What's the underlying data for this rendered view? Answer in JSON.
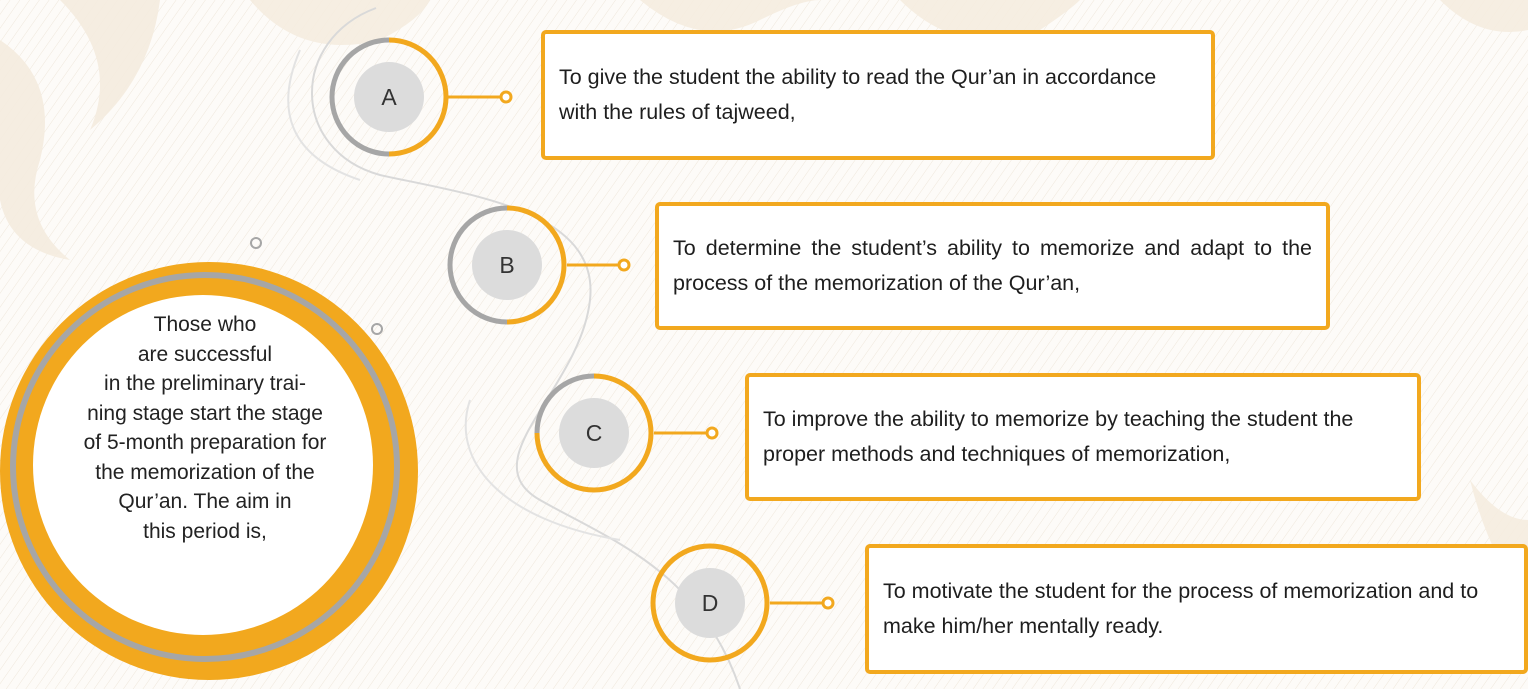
{
  "colors": {
    "accent": "#f2a81e",
    "ring_gray": "#a6a6a6",
    "letter_bg": "#dcdcdc",
    "path_gray": "#d9d9d9"
  },
  "intro": {
    "text": "Those who\nare successful\nin the preliminary trai-\nning stage start the stage\nof 5-month preparation for\nthe memorization of the\nQur’an. The aim in\nthis period is,"
  },
  "steps": [
    {
      "letter": "A",
      "text": "To give the student the ability to read the Qur’an in accordance with the rules of tajweed,"
    },
    {
      "letter": "B",
      "text": "To determine the student’s ability to memorize and adapt to the process of the memorization of the Qur’an,"
    },
    {
      "letter": "C",
      "text": "To improve the ability to memorize by teaching the student the proper methods and techniques of memorization,"
    },
    {
      "letter": "D",
      "text": "To motivate the student for the process of memorization and to make him/her mentally ready."
    }
  ]
}
